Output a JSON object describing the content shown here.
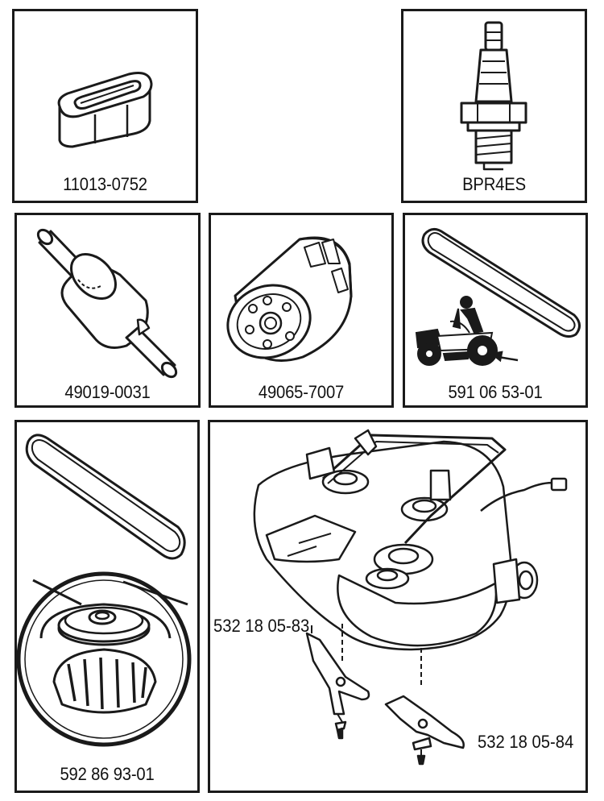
{
  "parts": {
    "air_filter": {
      "part_number": "11013-0752",
      "icon": "air-filter-icon"
    },
    "spark_plug": {
      "part_number": "BPR4ES",
      "icon": "spark-plug-icon"
    },
    "fuel_filter": {
      "part_number": "49019-0031",
      "icon": "fuel-filter-icon"
    },
    "oil_filter": {
      "part_number": "49065-7007",
      "icon": "oil-filter-icon"
    },
    "drive_belt": {
      "part_number": "591 06 53-01",
      "icon": "drive-belt-tractor-icon"
    },
    "deck_belt_pulley": {
      "part_number": "592 86 93-01",
      "icon": "belt-pulley-icon"
    },
    "mower_deck": {
      "icon": "mower-deck-icon",
      "blade_left": "532 18 05-83",
      "blade_right": "532 18 05-84"
    }
  },
  "colors": {
    "line": "#1a1a1a",
    "background": "#ffffff"
  }
}
